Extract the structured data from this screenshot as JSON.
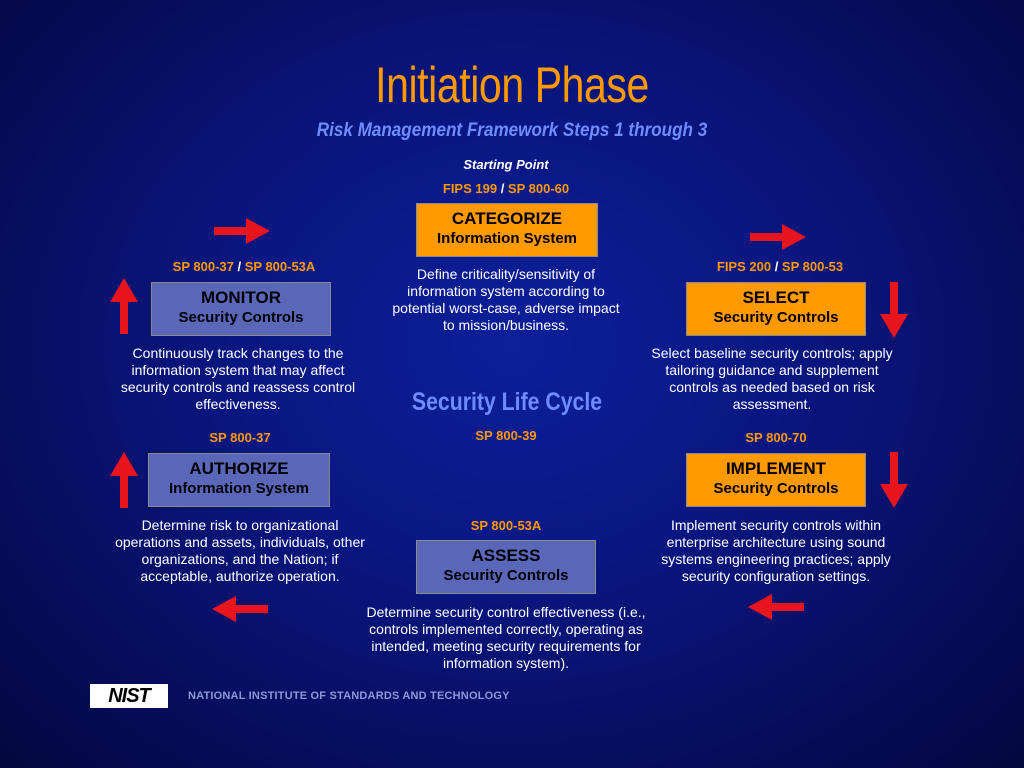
{
  "header": {
    "title": "Initiation Phase",
    "subtitle": "Risk Management Framework Steps 1 through 3",
    "starting_point": "Starting Point",
    "center_label": "Security Life Cycle"
  },
  "colors": {
    "accent_orange": "#ff9900",
    "box_gray": "#5a67b8",
    "arrow_red": "#e8141e",
    "subtitle_blue": "#6f8cff"
  },
  "steps": {
    "categorize": {
      "ref_a": "FIPS 199",
      "ref_b": "SP 800-60",
      "line1": "CATEGORIZE",
      "line2": "Information System",
      "desc": "Define criticality/sensitivity of information system according to potential worst-case, adverse impact to mission/business."
    },
    "select": {
      "ref_a": "FIPS 200",
      "ref_b": "SP 800-53",
      "line1": "SELECT",
      "line2": "Security Controls",
      "desc": "Select baseline security controls; apply tailoring guidance and supplement controls as needed based on risk assessment."
    },
    "implement": {
      "ref": "SP 800-70",
      "line1": "IMPLEMENT",
      "line2": "Security Controls",
      "desc": "Implement security controls within enterprise architecture using sound systems engineering practices; apply security configuration settings."
    },
    "assess": {
      "ref": "SP 800-53A",
      "line1": "ASSESS",
      "line2": "Security Controls",
      "desc": "Determine security control effectiveness (i.e., controls implemented correctly, operating as intended, meeting security requirements for information system)."
    },
    "authorize": {
      "ref": "SP 800-37",
      "line1": "AUTHORIZE",
      "line2": "Information System",
      "desc": "Determine risk to organizational operations and assets, individuals, other organizations, and the Nation; if acceptable, authorize operation."
    },
    "monitor": {
      "ref_a": "SP 800-37",
      "ref_b": "SP 800-53A",
      "line1": "MONITOR",
      "line2": "Security Controls",
      "desc": "Continuously track changes to the information system that may affect security controls and reassess control effectiveness."
    }
  },
  "center_ref": "SP 800-39",
  "footer": {
    "logo_text": "NIST",
    "org_name": "NATIONAL INSTITUTE OF STANDARDS AND TECHNOLOGY"
  }
}
